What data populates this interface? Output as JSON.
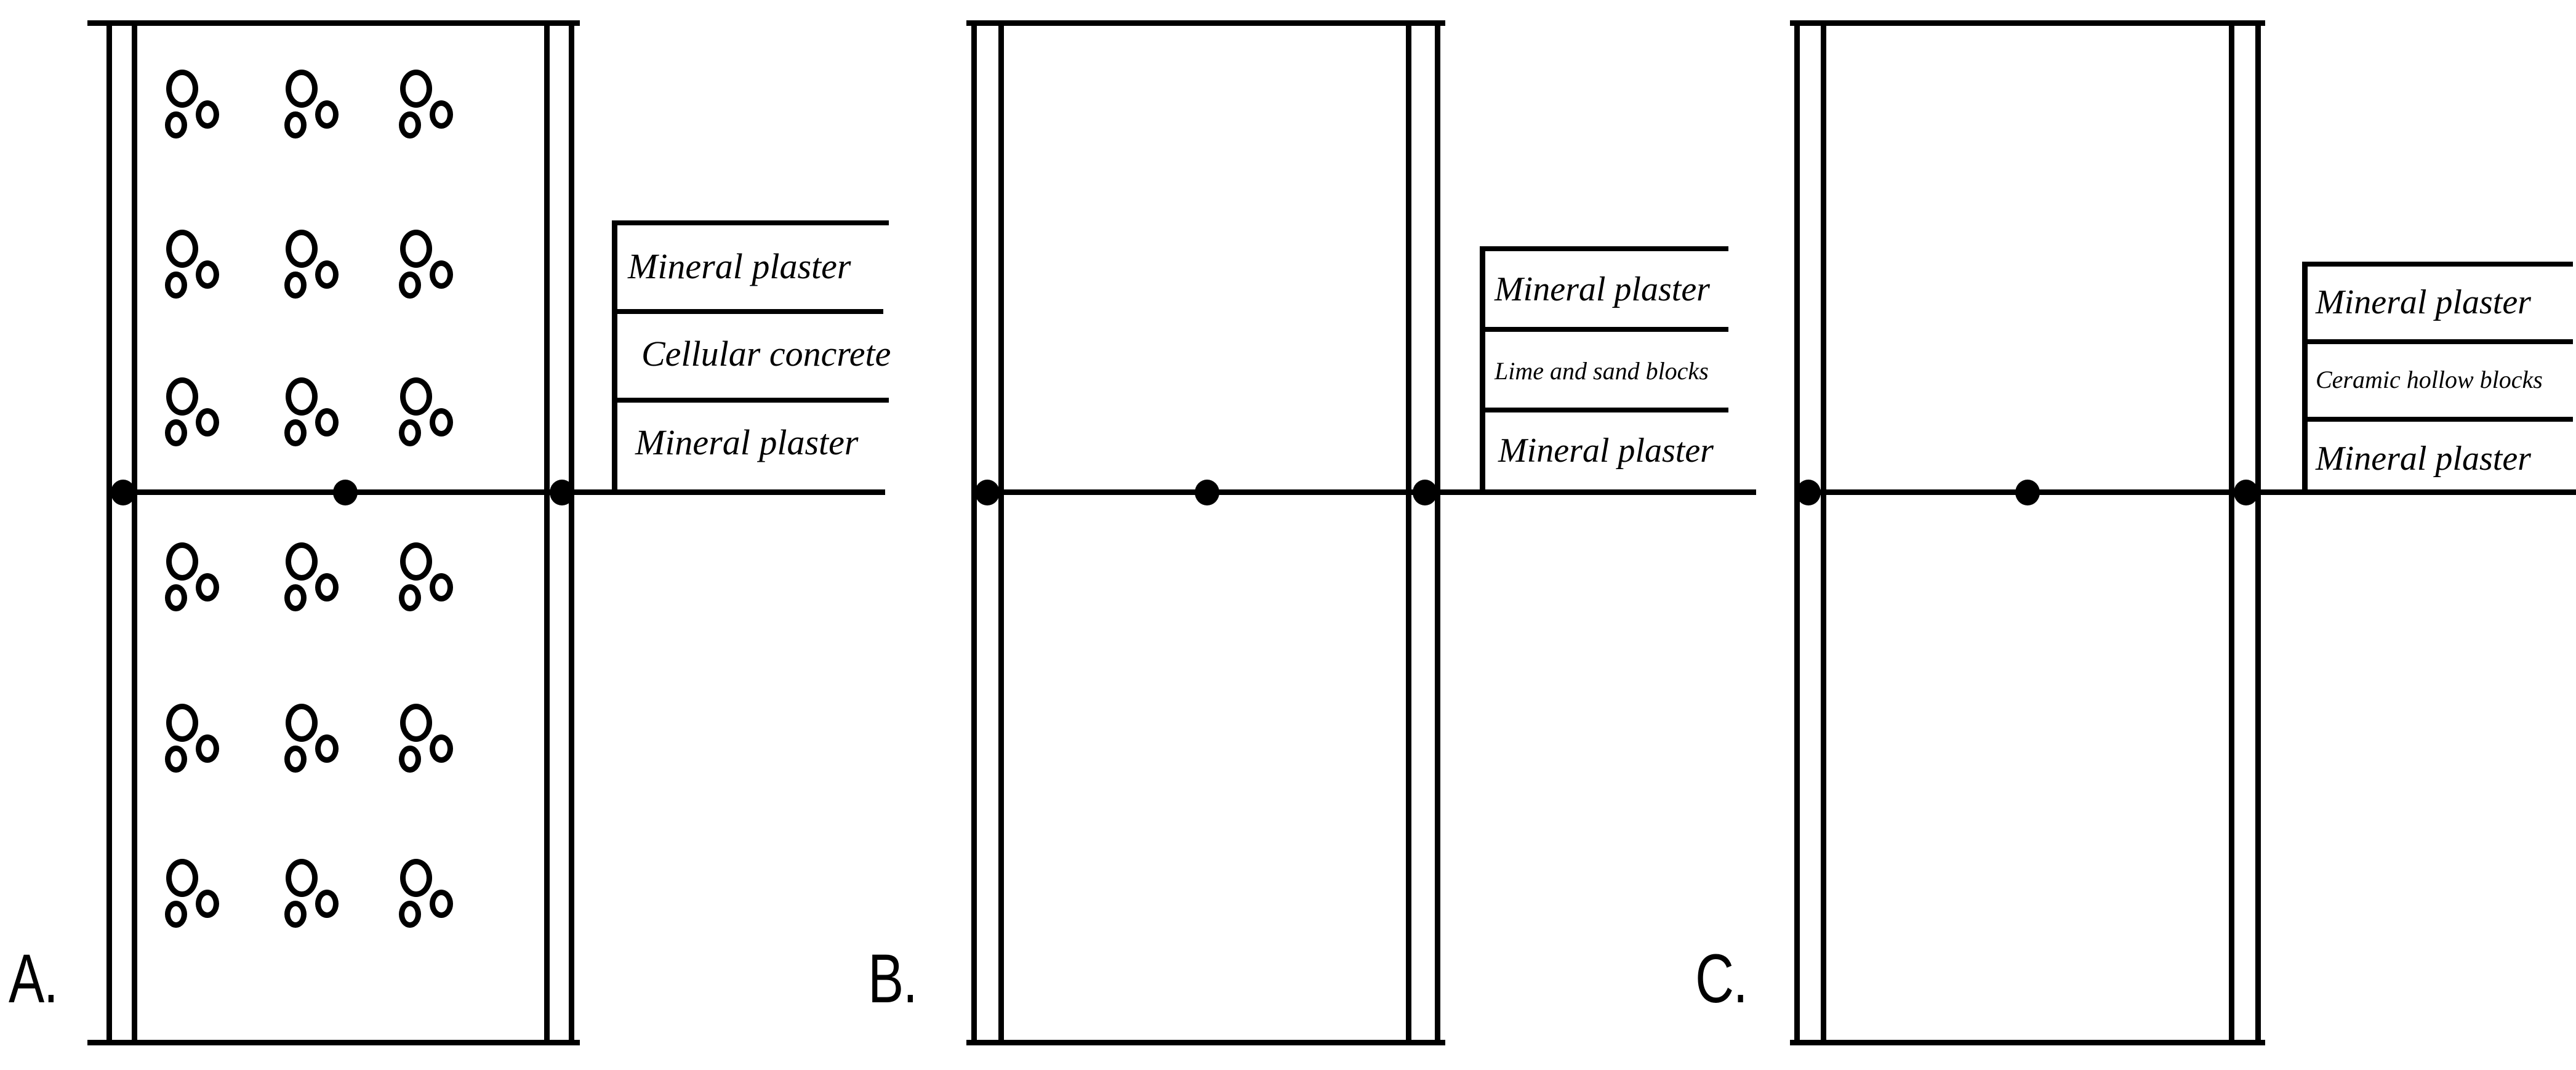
{
  "figure": {
    "type": "technical-cross-section-diagram",
    "subject": "Wall build-up cross sections",
    "panel_count": 3
  },
  "panels": [
    {
      "letter": "A.",
      "core_material": "Cellular concrete",
      "core_pattern": "stippled-with-bubbles",
      "layers": [
        "Mineral plaster",
        "Cellular concrete",
        "Mineral plaster"
      ],
      "node_count": 3
    },
    {
      "letter": "B.",
      "core_material": "Lime and sand blocks",
      "core_pattern": "blank",
      "layers": [
        "Mineral plaster",
        "Lime and sand blocks",
        "Mineral plaster"
      ],
      "node_count": 3
    },
    {
      "letter": "C.",
      "core_material": "Ceramic hollow blocks",
      "core_pattern": "diagonal-hatch-45",
      "layers": [
        "Mineral plaster",
        "Ceramic hollow blocks",
        "Mineral plaster"
      ],
      "node_count": 3
    }
  ],
  "colors": {
    "line": "#000000",
    "background": "#ffffff",
    "hatch_shadow": "#bfbfbf"
  }
}
